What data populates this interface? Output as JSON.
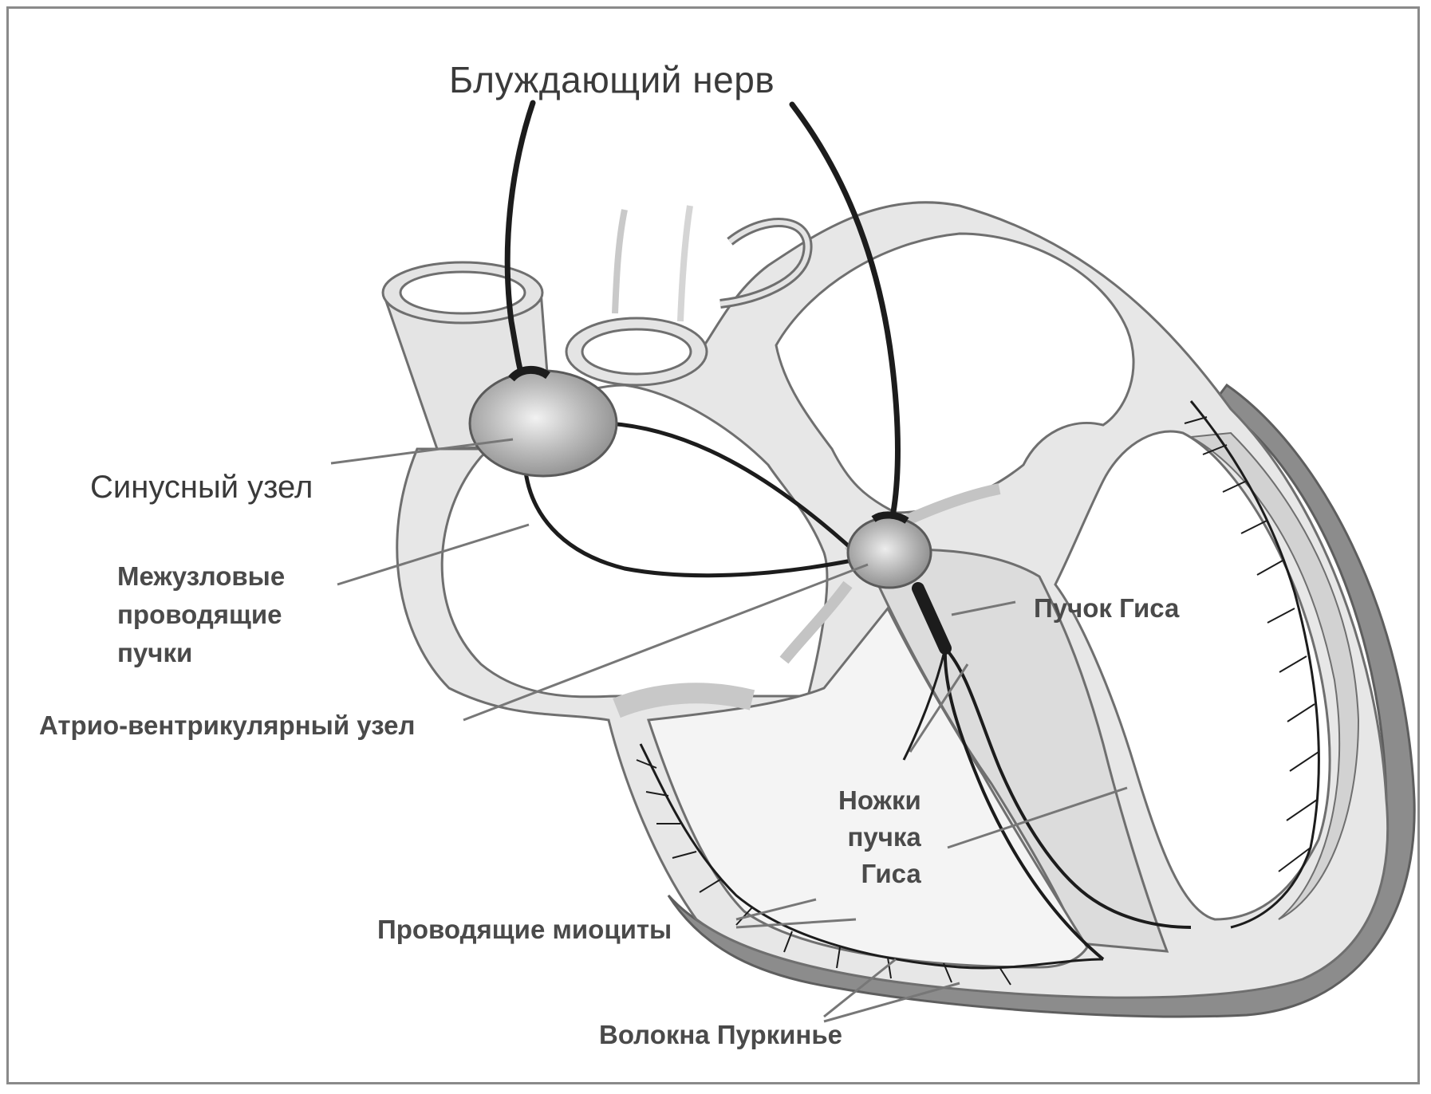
{
  "labels": {
    "vagus_nerve": "Блуждающий нерв",
    "sinus_node": "Синусный узел",
    "internodal": [
      "Межузловые",
      "проводящие",
      "пучки"
    ],
    "av_node": "Атрио-вентрикулярный узел",
    "his_bundle": "Пучок Гиса",
    "bundle_branches": [
      "Ножки",
      "пучка",
      "Гиса"
    ],
    "conducting_myocytes": "Проводящие миоциты",
    "purkinje_fibers": "Волокна Пуркинье"
  },
  "colors": {
    "wall_fill": "#e6e6e6",
    "wall_outline": "#6f6f6f",
    "nerve": "#1c1c1c",
    "label_text": "#3a3a3a",
    "pointer_line": "#777777",
    "node_fill": "#a8a8a8",
    "outer_shadow": "#8c8c8c"
  }
}
